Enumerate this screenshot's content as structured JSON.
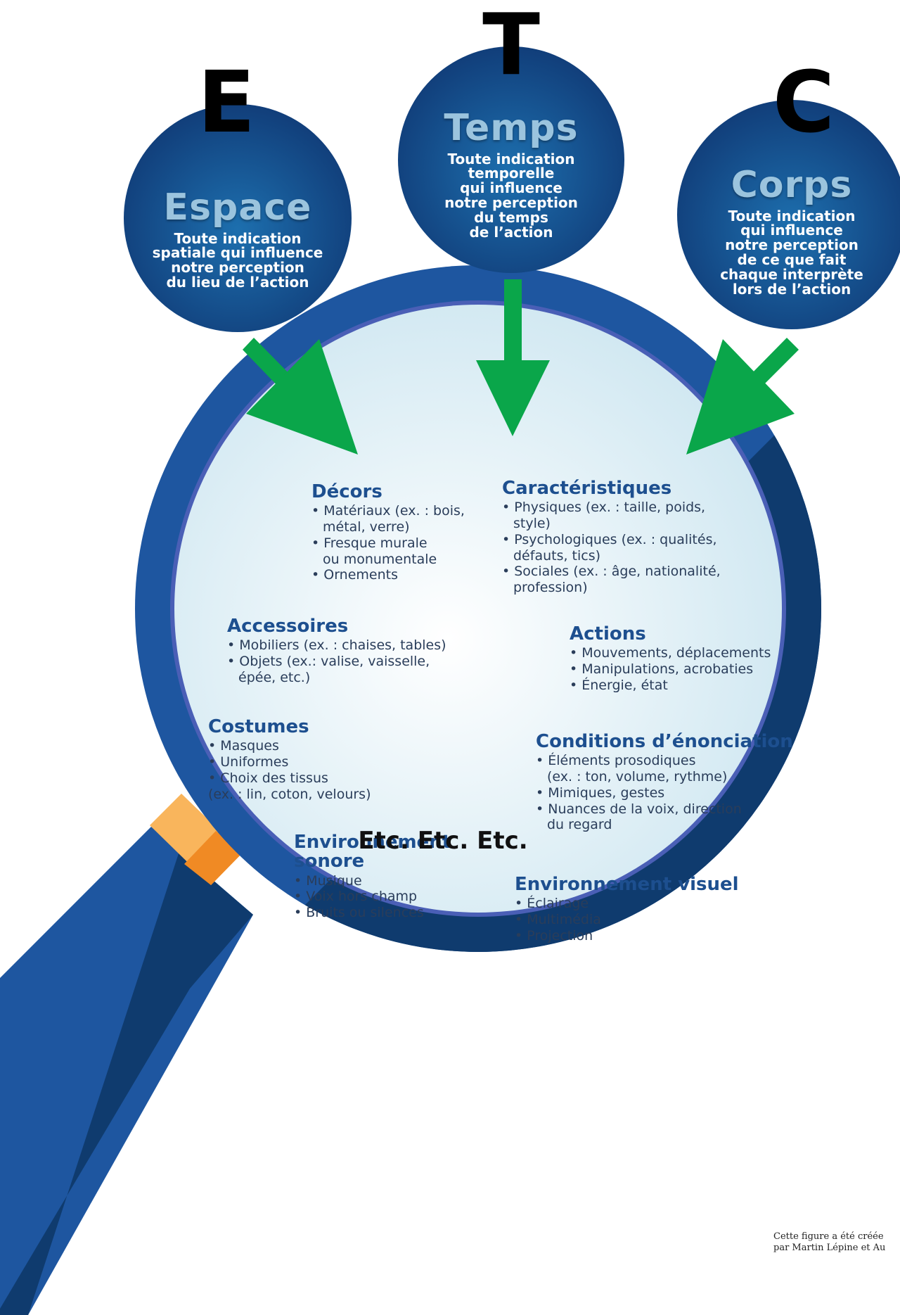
{
  "letters": {
    "e": "E",
    "t": "T",
    "c": "C"
  },
  "bubbles": {
    "espace": {
      "title": "Espace",
      "lines": [
        "Toute indication",
        "spatiale qui influence",
        "notre perception",
        "du lieu de l’action"
      ]
    },
    "temps": {
      "title": "Temps",
      "lines": [
        "Toute indication",
        "temporelle",
        "qui influence",
        "notre perception",
        "du temps",
        "de l’action"
      ]
    },
    "corps": {
      "title": "Corps",
      "lines": [
        "Toute indication",
        "qui influence",
        "notre perception",
        "de ce que fait",
        "chaque interprète",
        "lors de l’action"
      ]
    }
  },
  "sections": {
    "decors": {
      "title": "Décors",
      "items": [
        "• Matériaux (ex. : bois,",
        "métal, verre)",
        "• Fresque murale",
        "ou monumentale",
        "• Ornements"
      ]
    },
    "accessoires": {
      "title": "Accessoires",
      "items": [
        "• Mobiliers (ex. : chaises, tables)",
        "• Objets (ex.: valise, vaisselle,",
        "épée, etc.)"
      ]
    },
    "costumes": {
      "title": "Costumes",
      "items": [
        "• Masques",
        "• Uniformes",
        "• Choix des tissus",
        "(ex. : lin, coton, velours)"
      ]
    },
    "sonore": {
      "title1": "Environnement",
      "title2": "sonore",
      "items": [
        "• Musique",
        "• Voix hors champ",
        "• Bruits ou silences"
      ]
    },
    "caracteristiques": {
      "title": "Caractéristiques",
      "items": [
        "• Physiques (ex. : taille, poids,",
        "style)",
        "• Psychologiques (ex. : qualités,",
        "défauts, tics)",
        "• Sociales (ex. : âge, nationalité,",
        "profession)"
      ]
    },
    "actions": {
      "title": "Actions",
      "items": [
        "• Mouvements, déplacements",
        "• Manipulations, acrobaties",
        "• Énergie, état"
      ]
    },
    "conditions": {
      "title": "Conditions d’énonciation",
      "items": [
        "• Éléments prosodiques",
        "(ex. : ton, volume, rythme)",
        "• Mimiques, gestes",
        "• Nuances de la voix, direction",
        "du regard"
      ]
    },
    "visuel": {
      "title": "Environnement visuel",
      "items": [
        "• Éclairage",
        "• Multimédia",
        "• Projection"
      ]
    }
  },
  "etc": "Etc. Etc. Etc.",
  "credit": [
    "Cette figure a été créée",
    "par Martin Lépine et Au"
  ],
  "colors": {
    "ring_dark": "#0f3b6e",
    "ring_light": "#1e56a0",
    "arrow": "#0aa64a",
    "handle_band_light": "#f9b55c",
    "handle_band_dark": "#f08a24",
    "heading": "#1d4f8f"
  }
}
